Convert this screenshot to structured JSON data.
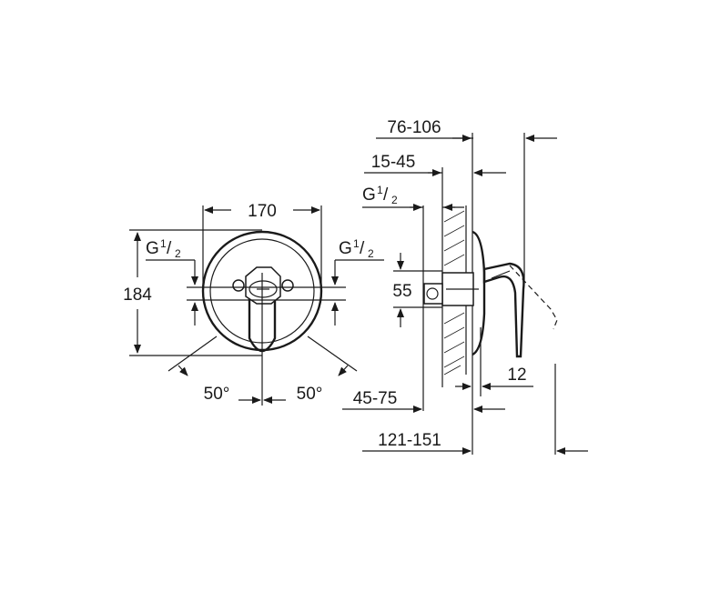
{
  "front_view": {
    "width": "170",
    "height": "184",
    "connection_left": {
      "letter": "G",
      "num": "1",
      "den": "2"
    },
    "connection_right": {
      "letter": "G",
      "num": "1",
      "den": "2"
    },
    "angle_left": "50°",
    "angle_right": "50°"
  },
  "side_view": {
    "overall_depth": "76-106",
    "body_depth": "15-45",
    "connection": {
      "letter": "G",
      "num": "1",
      "den": "2"
    },
    "connection_height": "55",
    "plate_gap": "12",
    "install_depth": "45-75",
    "total_depth": "121-151"
  }
}
